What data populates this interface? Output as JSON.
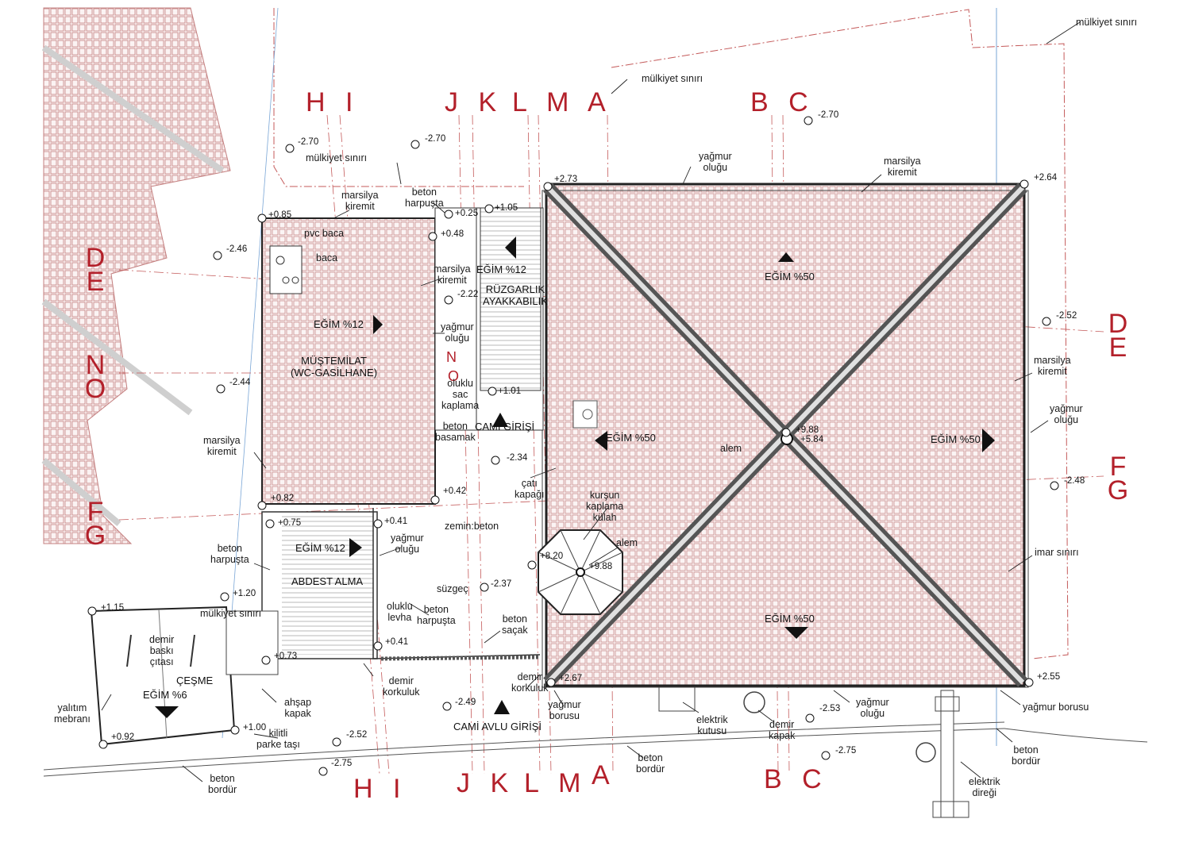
{
  "axes": {
    "top": [
      "H I",
      "J K",
      "L M",
      "A",
      "B C"
    ],
    "bottom": [
      "H I",
      "J K",
      "L M",
      "A",
      "B C"
    ],
    "left": [
      "DE",
      "NO",
      "FG"
    ],
    "right": [
      "DE",
      "FG"
    ],
    "mid_n": "N",
    "mid_o": "O"
  },
  "elevations": {
    "e1": "-2.70",
    "e2": "-2.70",
    "e3": "-2.70",
    "e4": "+2.73",
    "e5": "+2.64",
    "e6": "+0.85",
    "e7": "+0.25",
    "e8": "+1.05",
    "e9": "+0.48",
    "e10": "-2.46",
    "e11": "-2.22",
    "e12": "-2.52",
    "e13": "+1.01",
    "e14": "-2.44",
    "e15": "+9.88",
    "e16": "+5.84",
    "e17": "-2.34",
    "e18": "-2.48",
    "e19": "+0.42",
    "e20": "+0.82",
    "e21": "+0.75",
    "e22": "+0.41",
    "e23": "+8.20",
    "e24": "+9.88",
    "e25": "-2.37",
    "e26": "+1.20",
    "e27": "+1.15",
    "e28": "+0.41",
    "e29": "+0.73",
    "e30": "+2.67",
    "e31": "+2.55",
    "e32": "-2.49",
    "e33": "-2.53",
    "e34": "+1.00",
    "e35": "+0.92",
    "e36": "-2.52",
    "e37": "-2.75",
    "e38": "-2.75"
  },
  "labels": {
    "mulkiyet_top_right": "mülkiyet sınırı",
    "mulkiyet_mid": "mülkiyet sınırı",
    "mulkiyet_left": "mülkiyet sınırı",
    "mulkiyet_cesme": "mülkiyet sınırı",
    "yagmur_olugu_top": "yağmur\noluğu",
    "marsilya_top": "marsilya\nkiremit",
    "marsilya_mustemilat": "marsilya\nkiremit",
    "beton_harpusta_top": "beton\nharpuşta",
    "pvc_baca": "pvc baca",
    "baca": "baca",
    "marsilya_mid": "marsilya\nkiremit",
    "yagmur_olugu_mid": "yağmur\noluğu",
    "oluklu_sac": "oluklu\nsac\nkaplama",
    "beton_basamak": "beton\nbasamak",
    "marsilya_right": "marsilya\nkiremit",
    "yagmur_olugu_right": "yağmur\noluğu",
    "marsilya_left": "marsilya\nkiremit",
    "cati_kapagi": "çatı\nkapağı",
    "alem_center": "alem",
    "zemin_beton": "zemin:beton",
    "kursun": "kurşun\nkaplama\nkülah",
    "alem_kulah": "alem",
    "yagmur_olugu_abdest": "yağmur\noluğu",
    "beton_harpusta_left": "beton\nharpuşta",
    "imar_siniri": "imar sınırı",
    "suzgec": "süzgeç",
    "oluklu_levha": "oluklu\nlevha",
    "beton_harpusta_bottom": "beton\nharpuşta",
    "beton_sacak": "beton\nsaçak",
    "demir_baski": "demir\nbaskı\nçıtası",
    "demir_korkuluk_right": "demir\nkorkuluk",
    "demir_korkuluk_left": "demir\nkorkuluk",
    "yagmur_borusu_left": "yağmur\nborusu",
    "yagmur_borusu_right": "yağmur borusu",
    "ahsap_kapak": "ahşap\nkapak",
    "yalitim": "yalıtım\nmebranı",
    "elektrik_kutusu": "elektrik\nkutusu",
    "demir_kapak": "demir\nkapak",
    "yagmur_olugu_bottom": "yağmur\noluğu",
    "kilitli_parke": "kilitli\nparke taşı",
    "beton_bordur_left": "beton\nbordür",
    "beton_bordur_mid": "beton\nbordür",
    "beton_bordur_right": "beton\nbordür",
    "elektrik_diregi": "elektrik\ndireği"
  },
  "rooms": {
    "mustemilat": "MÜŞTEMİLAT\n(WC-GASİLHANE)",
    "ruzgarlik": "RÜZGARLIK\nAYAKKABILIK",
    "cami_girisi": "CAMİ GİRİŞİ",
    "abdest": "ABDEST ALMA",
    "cesme": "ÇEŞME",
    "cami_avlu": "CAMİ AVLU GİRİŞİ"
  },
  "slopes": {
    "s1": "EĞİM %12",
    "s2": "EĞİM %12",
    "s3": "EĞİM %50",
    "s4": "EĞİM %50",
    "s5": "EĞİM %50",
    "s6": "EĞİM %50",
    "s7": "EĞİM %12",
    "s8": "EĞİM %6"
  },
  "colors": {
    "axis_red": "#b3202a",
    "tile_red": "#c98a8a",
    "line_dark": "#222222"
  }
}
